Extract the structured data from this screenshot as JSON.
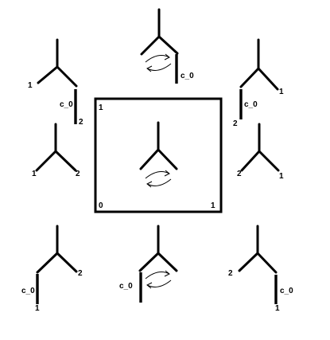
{
  "square_corner_labels": {
    "top_left": "1",
    "bottom_left": "0",
    "bottom_right": "1"
  },
  "trees": {
    "top": {
      "rotation_arrow": true,
      "bar_label": "c_0"
    },
    "top_left": {
      "left_leaf": "1",
      "bar_label": "c_0",
      "bar_end": "2"
    },
    "top_right": {
      "right_leaf": "1",
      "bar_label": "c_0",
      "bar_end": "2"
    },
    "middle_left": {
      "left_leaf": "1",
      "right_leaf": "2"
    },
    "middle_right": {
      "left_leaf": "2",
      "right_leaf": "1"
    },
    "center": {
      "rotation_arrow": true
    },
    "bottom_left": {
      "right_leaf": "2",
      "bar_label": "c_0",
      "bar_end": "1"
    },
    "bottom_center": {
      "rotation_arrow": true,
      "bar_label": "c_0"
    },
    "bottom_right": {
      "left_leaf": "2",
      "bar_label": "c_0",
      "bar_end": "1"
    }
  }
}
